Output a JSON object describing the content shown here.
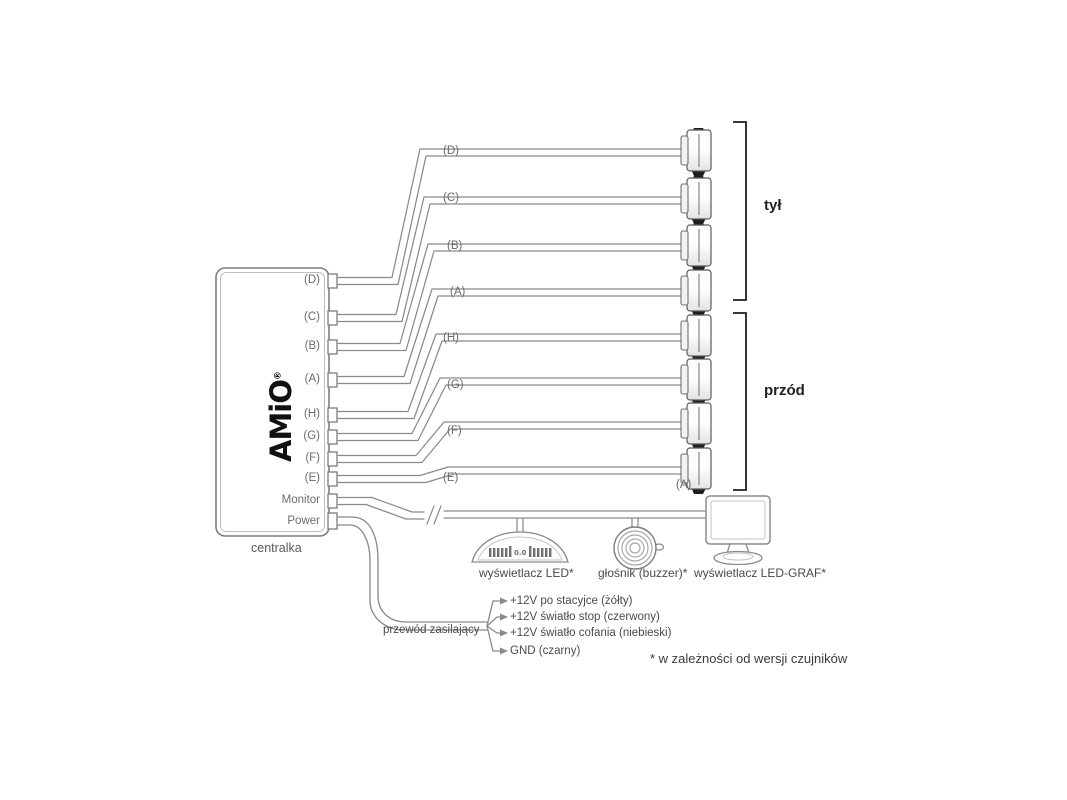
{
  "diagram": {
    "title": "Parking sensor system wiring diagram",
    "background": "#ffffff",
    "line_color": "#7d7d7d",
    "dark_color": "#1f1f1f"
  },
  "control_unit": {
    "label": "centralka",
    "brand": "AMiO",
    "brand_mark": "®",
    "ports": [
      {
        "label": "(D)",
        "name": "port-d"
      },
      {
        "label": "(C)",
        "name": "port-c"
      },
      {
        "label": "(B)",
        "name": "port-b"
      },
      {
        "label": "(A)",
        "name": "port-a"
      },
      {
        "label": "(H)",
        "name": "port-h"
      },
      {
        "label": "(G)",
        "name": "port-g"
      },
      {
        "label": "(F)",
        "name": "port-f"
      },
      {
        "label": "(E)",
        "name": "port-e"
      },
      {
        "label": "Monitor",
        "name": "port-monitor"
      },
      {
        "label": "Power",
        "name": "port-power"
      }
    ]
  },
  "cables": [
    {
      "label": "(D)"
    },
    {
      "label": "(C)"
    },
    {
      "label": "(B)"
    },
    {
      "label": "(A)"
    },
    {
      "label": "(H)"
    },
    {
      "label": "(G)"
    },
    {
      "label": "(F)"
    },
    {
      "label": "(E)"
    }
  ],
  "sensor_groups": [
    {
      "label": "tył",
      "name": "rear",
      "sensors": [
        {
          "channel": "(D)"
        },
        {
          "channel": "(C)"
        },
        {
          "channel": "(B)"
        },
        {
          "channel": "(A)"
        }
      ]
    },
    {
      "label": "przód",
      "name": "front",
      "sensors": [
        {
          "channel": "(H)"
        },
        {
          "channel": "(G)"
        },
        {
          "channel": "(F)"
        },
        {
          "channel": "(E)"
        }
      ]
    }
  ],
  "sensor_tag": "(A)",
  "accessories": [
    {
      "label": "wyświetlacz LED*",
      "name": "led-display",
      "readout": "0.0"
    },
    {
      "label": "głośnik (buzzer)*",
      "name": "buzzer"
    },
    {
      "label": "wyświetlacz LED-GRAF*",
      "name": "led-graf-display"
    }
  ],
  "power_harness": {
    "label": "przewód zasilający",
    "wires": [
      {
        "label": "+12V po stacyjce (żółty)",
        "name": "wire-ignition"
      },
      {
        "label": "+12V światło stop (czerwony)",
        "name": "wire-brake-light"
      },
      {
        "label": "+12V światło cofania (niebieski)",
        "name": "wire-reverse-light"
      },
      {
        "label": "GND (czarny)",
        "name": "wire-ground"
      }
    ]
  },
  "footnote": "* w zależności od wersji czujników"
}
